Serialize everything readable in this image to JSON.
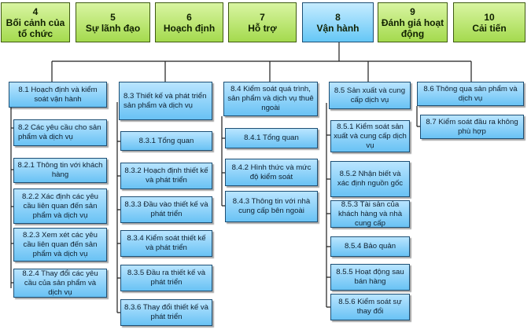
{
  "clauses": [
    {
      "num": "4",
      "title": "Bối cảnh của tổ chức"
    },
    {
      "num": "5",
      "title": "Sự lãnh đạo"
    },
    {
      "num": "6",
      "title": "Hoạch định"
    },
    {
      "num": "7",
      "title": "Hỗ trợ"
    },
    {
      "num": "8",
      "title": "Vận hành"
    },
    {
      "num": "9",
      "title": "Đánh giá hoạt động"
    },
    {
      "num": "10",
      "title": "Cải tiến"
    }
  ],
  "columns": {
    "c81": [
      "8.1 Hoạch định và kiểm soát vận hành",
      "8.2 Các yêu cầu cho sản phẩm và dịch vụ",
      "8.2.1 Thông tin với khách hàng",
      "8.2.2 Xác định các yêu cầu liên quan đến sản phẩm và dịch vụ",
      "8.2.3 Xem xét các yêu cầu liên quan đến sản phẩm và dịch vụ",
      "8.2.4 Thay đổi các yêu cầu của sản phẩm và dịch vụ"
    ],
    "c83": [
      "8.3 Thiết kế và phát triển sản phẩm và dịch vụ",
      "8.3.1 Tổng quan",
      "8.3.2 Hoạch định thiết kế và phát triển",
      "8.3.3 Đầu vào thiết kế và phát triển",
      "8.3.4 Kiểm soát thiết kế và phát triển",
      "8.3.5 Đầu ra thiết kế và phát triển",
      "8.3.6 Thay đổi thiết kế và phát triển"
    ],
    "c84": [
      "8.4 Kiểm soát quá trình, sản phẩm và dịch vụ thuê ngoài",
      "8.4.1 Tổng quan",
      "8.4.2 Hình thức và mức độ kiểm soát",
      "8.4.3 Thông tin với nhà cung cấp bên ngoài"
    ],
    "c85": [
      "8.5 Sản xuất và cung cấp dịch vụ",
      "8.5.1 Kiểm soát sản xuất và cung cấp dịch vụ",
      "8.5.2 Nhận biết và xác định nguồn gốc",
      "8.5.3 Tài sản của khách hàng và nhà cung cấp",
      "8.5.4 Bảo quản",
      "8.5.5 Hoạt động sau bán hàng",
      "8.5.6 Kiểm soát sự thay đổi"
    ],
    "c86": [
      "8.6 Thông qua sản phẩm và dịch vụ",
      "8.7 Kiểm soát đầu ra không phù hợp"
    ]
  }
}
